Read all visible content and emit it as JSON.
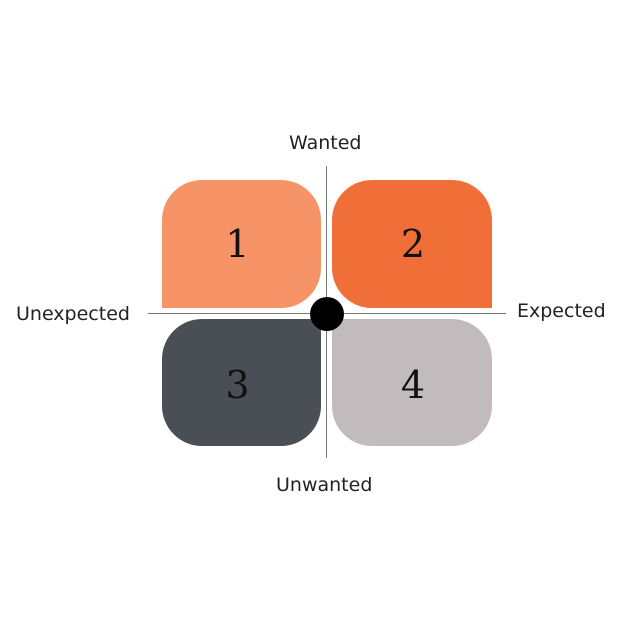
{
  "axes": {
    "top_label": "Wanted",
    "bottom_label": "Unwanted",
    "left_label": "Unexpected",
    "right_label": "Expected"
  },
  "quadrants": [
    {
      "label": "1",
      "color": "#F79467"
    },
    {
      "label": "2",
      "color": "#F06F38"
    },
    {
      "label": "3",
      "color": "#4A4E55"
    },
    {
      "label": "4",
      "color": "#C1BBBD"
    }
  ],
  "center": {
    "color": "#000000"
  }
}
